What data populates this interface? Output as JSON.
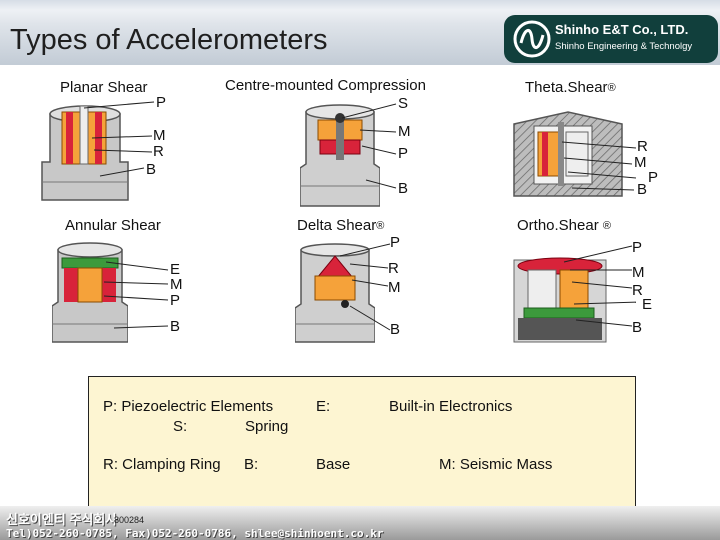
{
  "header": {
    "title": "Types of Accelerometers",
    "company": "Shinho E&T Co., LTD.",
    "tagline": "Shinho Engineering & Technolgy",
    "logo_icon": "sensor-wave-icon"
  },
  "sections": {
    "planar": {
      "name": "Planar Shear",
      "labels": {
        "p": "P",
        "m": "M",
        "r": "R",
        "b": "B"
      }
    },
    "centre": {
      "name": "Centre-mounted Compression",
      "labels": {
        "s": "S",
        "m": "M",
        "p": "P",
        "b": "B"
      }
    },
    "theta": {
      "name": "Theta.Shear",
      "mark": "®",
      "labels": {
        "r": "R",
        "m": "M",
        "p": "P",
        "b": "B"
      }
    },
    "annular": {
      "name": "Annular Shear",
      "labels": {
        "e": "E",
        "m": "M",
        "p": "P",
        "b": "B"
      }
    },
    "delta": {
      "name": "Delta Shear",
      "mark": "®",
      "labels": {
        "p": "P",
        "r": "R",
        "m": "M",
        "b": "B"
      }
    },
    "ortho": {
      "name": "Ortho.Shear",
      "mark": "®",
      "labels": {
        "p": "P",
        "m": "M",
        "r": "R",
        "e": "E",
        "b": "B"
      }
    }
  },
  "legend": {
    "p_key": "P: Piezoelectric Elements",
    "s_key": "S:",
    "s_value": "Spring",
    "e_key": "E:",
    "e_value": "Built-in Electronics",
    "r_key": "R: Clamping Ring",
    "b_key": "B:",
    "b_value": "Base",
    "m_key": "M:  Seismic Mass"
  },
  "footer": {
    "company_korean": "신호이엔티 주식회사",
    "code": "800284",
    "contact": "Tel)052-260-0785, Fax)052-260-0786, shlee@shinhoent.co.kr"
  },
  "colors": {
    "accent_orange": "#f5a23a",
    "clamp_red": "#d8233a",
    "logo_bg": "#113f3c",
    "legend_bg": "#fdf5d2",
    "metal": "#b8b8b8"
  }
}
